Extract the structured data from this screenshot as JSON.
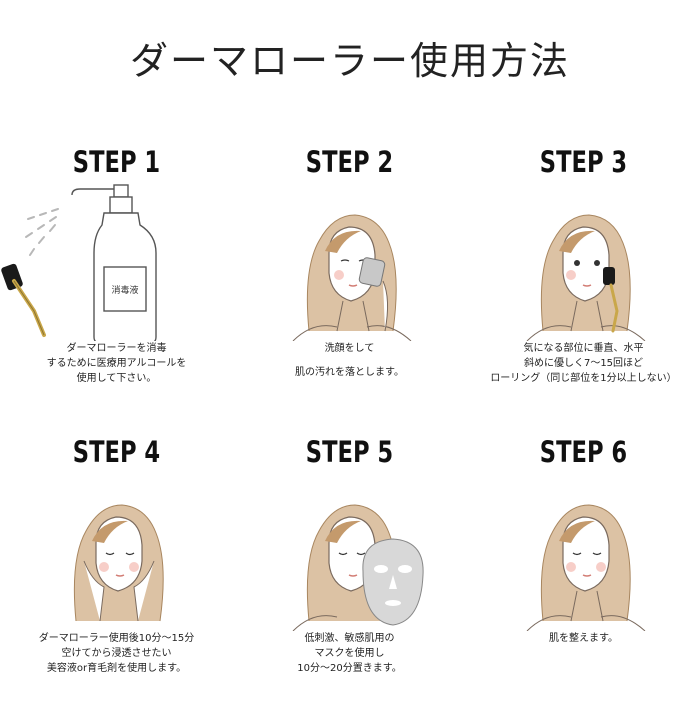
{
  "title": "ダーマローラー使用方法",
  "steps": [
    {
      "label": "STEP 1",
      "lines": [
        "ダーマローラーを消毒",
        "するために医療用アルコールを",
        "使用して下さい。"
      ],
      "bottle_label": "消毒液"
    },
    {
      "label": "STEP 2",
      "lines": [
        "洗顔をして",
        "",
        "肌の汚れを落とします。"
      ]
    },
    {
      "label": "STEP 3",
      "lines": [
        "気になる部位に垂直、水平",
        "斜めに優しく7〜15回ほど",
        "ローリング（同じ部位を1分以上しない）"
      ]
    },
    {
      "label": "STEP 4",
      "lines": [
        "ダーマローラー使用後10分〜15分",
        "空けてから浸透させたい",
        "美容液or育毛剤を使用します。"
      ]
    },
    {
      "label": "STEP 5",
      "lines": [
        "低刺激、敏感肌用の",
        "マスクを使用し",
        "10分〜20分置きます。"
      ]
    },
    {
      "label": "STEP 6",
      "lines": [
        "肌を整えます。"
      ]
    }
  ],
  "colors": {
    "hair": "#c49a6c",
    "skin_line": "#7a6a5e",
    "blush": "#f3b9b0",
    "roller_gold": "#c9a74a",
    "roller_black": "#1a1a1a"
  }
}
